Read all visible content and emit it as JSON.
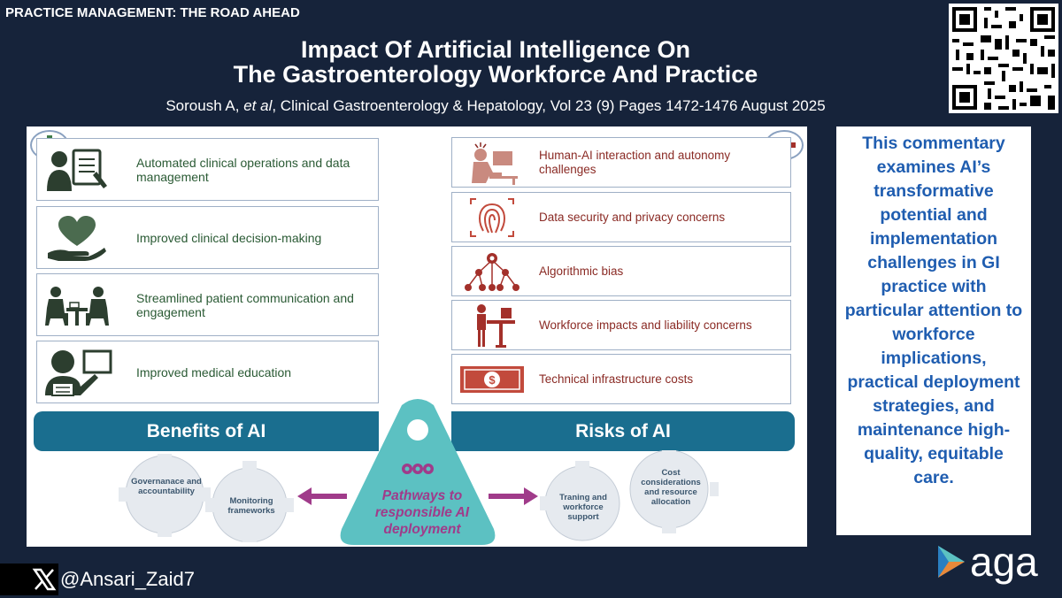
{
  "header": {
    "tag": "PRACTICE MANAGEMENT: THE ROAD AHEAD",
    "title_line1": "Impact Of Artificial Intelligence On",
    "title_line2": "The Gastroenterology Workforce And Practice",
    "citation_author": "Soroush A, ",
    "citation_etal": "et al",
    "citation_rest": ", Clinical Gastroenterology & Hepatology, Vol 23 (9) Pages 1472-1476  August 2025"
  },
  "benefits": {
    "banner": "Benefits of AI",
    "items": [
      {
        "label": "Automated clinical operations and data management",
        "icon": "clipboard-person-icon"
      },
      {
        "label": "Improved clinical decision-making",
        "icon": "heart-hand-icon"
      },
      {
        "label": "Streamlined patient communication and engagement",
        "icon": "consultation-icon"
      },
      {
        "label": "Improved medical education",
        "icon": "teacher-board-icon"
      }
    ]
  },
  "risks": {
    "banner": "Risks of AI",
    "items": [
      {
        "label": "Human-AI interaction and autonomy challenges",
        "icon": "stressed-worker-icon"
      },
      {
        "label": "Data security and privacy concerns",
        "icon": "fingerprint-icon"
      },
      {
        "label": "Algorithmic bias",
        "icon": "network-tree-icon"
      },
      {
        "label": "Workforce impacts and liability concerns",
        "icon": "standing-desk-icon"
      },
      {
        "label": "Technical infrastructure costs",
        "icon": "dollar-bill-icon"
      }
    ]
  },
  "pathways": {
    "center_line1": "Pathways to",
    "center_line2": "responsible AI",
    "center_line3": "deployment",
    "left_gear_1": "Governanace and accountability",
    "left_gear_2": "Monitoring frameworks",
    "right_gear_1": "Traning and workforce support",
    "right_gear_2": "Cost considerations and resource allocation"
  },
  "summary": "This commentary examines AI’s transformative potential and implementation challenges in GI practice with particular attention to workforce implications, practical deployment strategies, and maintenance high-quality, equitable care.",
  "footer": {
    "handle": "@Ansari_Zaid7",
    "logo": "aga"
  },
  "colors": {
    "background": "#16233a",
    "banner": "#1a6e8f",
    "benefit_text": "#2a5a34",
    "risk_text": "#8a2a24",
    "pathway_text": "#a03b8a",
    "summary_text": "#1f5db0"
  }
}
